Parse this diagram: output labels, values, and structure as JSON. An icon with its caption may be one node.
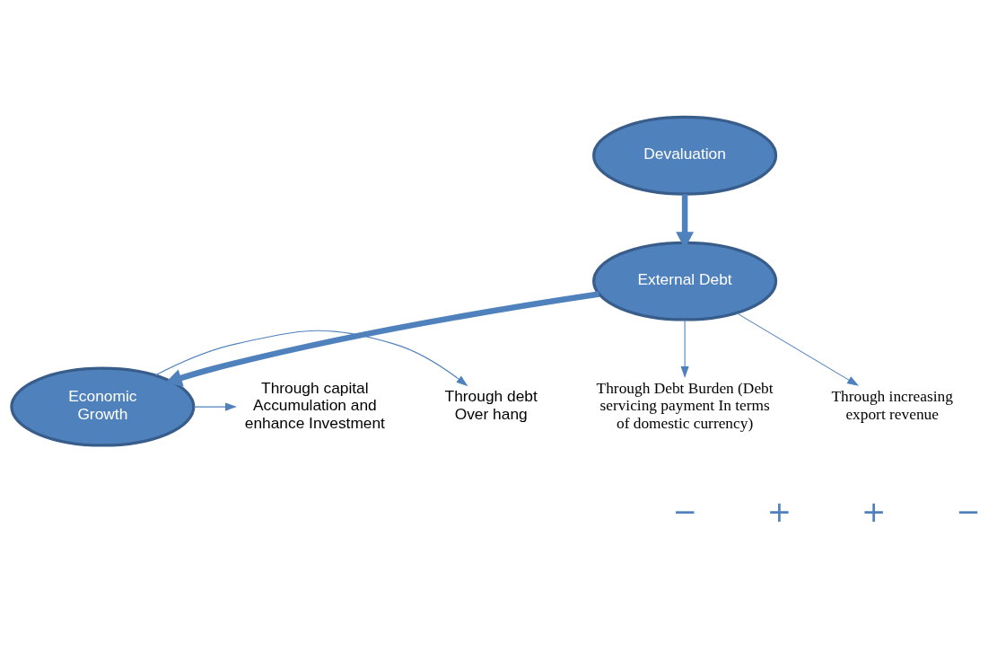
{
  "diagram": {
    "nodes": [
      {
        "text": [
          "Devaluation"
        ]
      },
      {
        "text": [
          "Economic Growth"
        ]
      },
      {
        "text": [
          "External Debt"
        ]
      },
      {
        "text": [
          "Through debt Over hang"
        ]
      },
      {
        "text": [
          "Through capital Accumulation and enhance Investment"
        ]
      },
      {
        "text": [
          "Through Debt Burden (Debt servicing payment In terms of domestic currency)"
        ]
      },
      {
        "text": [
          "Through increasing export revenue"
        ]
      }
    ],
    "edges": [
      {
        "from": 0,
        "to": 2,
        "arrow": "to",
        "style": "thick"
      },
      {
        "from": 2,
        "to": 1,
        "arrow": "to",
        "style": "thick"
      },
      {
        "from": 1,
        "to": 3,
        "arrow": "to"
      },
      {
        "from": 1,
        "to": 4,
        "arrow": "to"
      },
      {
        "from": 2,
        "to": 5,
        "arrow": "to"
      },
      {
        "from": 2,
        "to": 6,
        "arrow": "to"
      }
    ],
    "labels": [
      "−",
      "+",
      "+",
      "−"
    ]
  }
}
